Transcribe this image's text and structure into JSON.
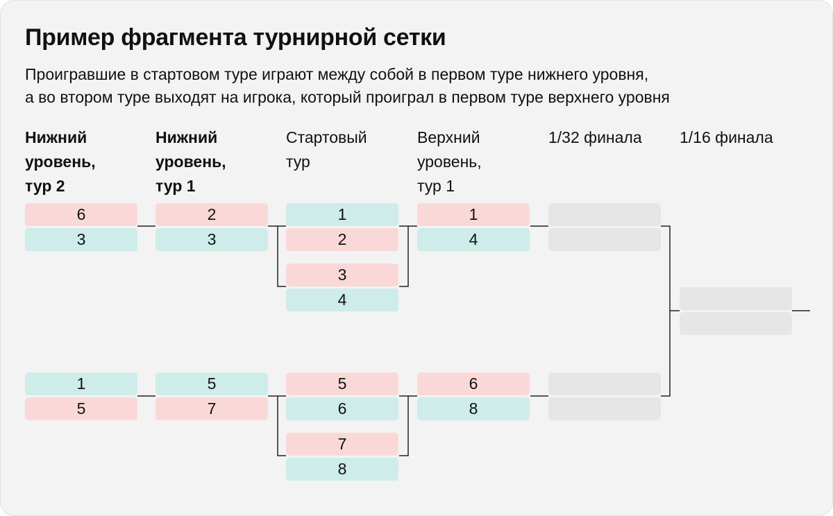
{
  "title": "Пример фрагмента турнирной сетки",
  "subtitle_lines": [
    "Проигравшие в стартовом туре играют между собой в первом туре нижнего уровня,",
    "а во втором туре выходят на игрока, который проиграл в первом туре верхнего уровня"
  ],
  "columns": [
    {
      "lines": [
        "Нижний",
        "уровень,",
        "тур 2"
      ],
      "bold": true
    },
    {
      "lines": [
        "Нижний",
        "уровень,",
        "тур 1"
      ],
      "bold": true
    },
    {
      "lines": [
        "Стартовый",
        "тур"
      ],
      "bold": false
    },
    {
      "lines": [
        "Верхний",
        "уровень,",
        "тур 1"
      ],
      "bold": false
    },
    {
      "lines": [
        "1/32 финала"
      ],
      "bold": false
    },
    {
      "lines": [
        "1/16 финала"
      ],
      "bold": false
    }
  ],
  "colors": {
    "loser": "#fbd8d8",
    "winner": "#cdecea",
    "empty": "#e6e6e6",
    "line": "#222222",
    "card": "#f3f3f3"
  },
  "matches": {
    "lower_round_2": [
      {
        "top": {
          "label": "6",
          "status": "loser"
        },
        "bottom": {
          "label": "3",
          "status": "winner"
        }
      },
      {
        "top": {
          "label": "1",
          "status": "winner"
        },
        "bottom": {
          "label": "5",
          "status": "loser"
        }
      }
    ],
    "lower_round_1": [
      {
        "top": {
          "label": "2",
          "status": "loser"
        },
        "bottom": {
          "label": "3",
          "status": "winner"
        }
      },
      {
        "top": {
          "label": "5",
          "status": "winner"
        },
        "bottom": {
          "label": "7",
          "status": "loser"
        }
      }
    ],
    "start_round": [
      {
        "top": {
          "label": "1",
          "status": "winner"
        },
        "bottom": {
          "label": "2",
          "status": "loser"
        }
      },
      {
        "top": {
          "label": "3",
          "status": "loser"
        },
        "bottom": {
          "label": "4",
          "status": "winner"
        }
      },
      {
        "top": {
          "label": "5",
          "status": "loser"
        },
        "bottom": {
          "label": "6",
          "status": "winner"
        }
      },
      {
        "top": {
          "label": "7",
          "status": "loser"
        },
        "bottom": {
          "label": "8",
          "status": "winner"
        }
      }
    ],
    "upper_round_1": [
      {
        "top": {
          "label": "1",
          "status": "loser"
        },
        "bottom": {
          "label": "4",
          "status": "winner"
        }
      },
      {
        "top": {
          "label": "6",
          "status": "loser"
        },
        "bottom": {
          "label": "8",
          "status": "winner"
        }
      }
    ],
    "round_of_64": [
      {
        "top": {
          "label": "",
          "status": "empty"
        },
        "bottom": {
          "label": "",
          "status": "empty"
        }
      },
      {
        "top": {
          "label": "",
          "status": "empty"
        },
        "bottom": {
          "label": "",
          "status": "empty"
        }
      }
    ],
    "round_of_32": [
      {
        "top": {
          "label": "",
          "status": "empty"
        },
        "bottom": {
          "label": "",
          "status": "empty"
        }
      }
    ]
  }
}
